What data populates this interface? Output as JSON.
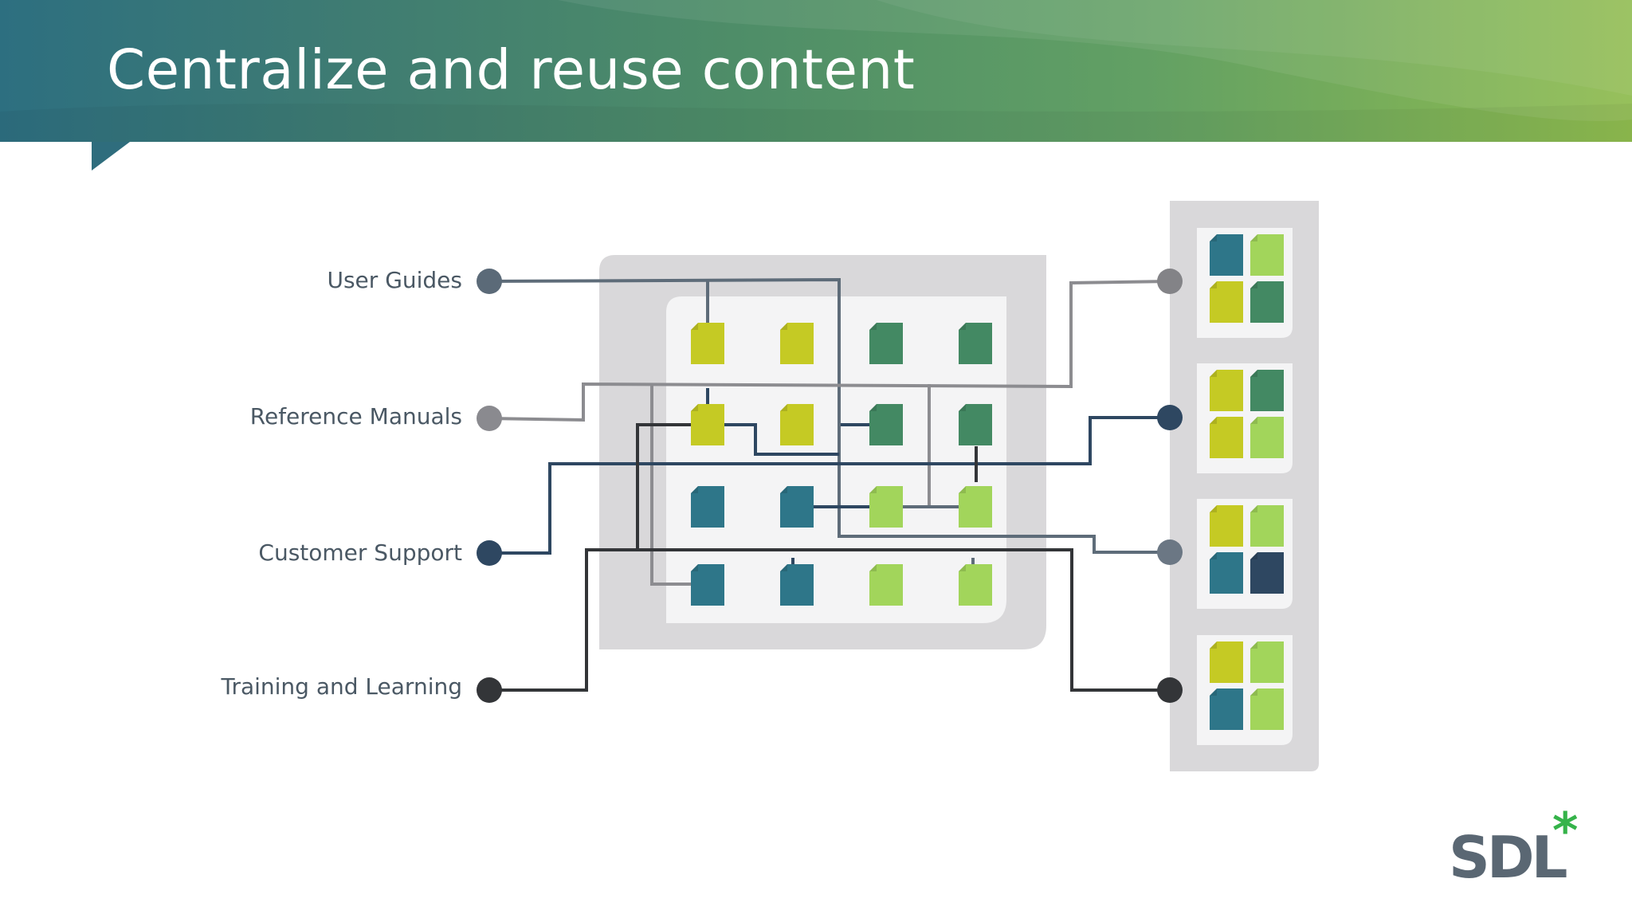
{
  "slide": {
    "title": "Centralize and reuse content"
  },
  "colors": {
    "yellow": "#c5ca24",
    "light_green": "#a2d55b",
    "green": "#438963",
    "teal": "#2e7689",
    "navy": "#2e4761",
    "panel": "#d9d8da",
    "inner_panel": "#f4f4f5"
  },
  "sources": [
    {
      "id": "user-guides",
      "label": "User Guides",
      "dot_color": "#5b6a78"
    },
    {
      "id": "reference-manuals",
      "label": "Reference Manuals",
      "dot_color": "#8a8a8f"
    },
    {
      "id": "customer-support",
      "label": "Customer Support",
      "dot_color": "#2e4761"
    },
    {
      "id": "training-and-learning",
      "label": "Training and Learning",
      "dot_color": "#333538"
    }
  ],
  "repository": {
    "grid": [
      [
        "yellow",
        "yellow",
        "green",
        "green"
      ],
      [
        "yellow",
        "yellow",
        "green",
        "green"
      ],
      [
        "teal",
        "teal",
        "light_green",
        "light_green"
      ],
      [
        "teal",
        "teal",
        "light_green",
        "light_green"
      ]
    ]
  },
  "outputs": [
    {
      "grid": [
        "teal",
        "light_green",
        "yellow",
        "green"
      ],
      "dot_color": "#838387"
    },
    {
      "grid": [
        "yellow",
        "green",
        "yellow",
        "light_green"
      ],
      "dot_color": "#2e4761"
    },
    {
      "grid": [
        "yellow",
        "light_green",
        "teal",
        "navy"
      ],
      "dot_color": "#6b7784"
    },
    {
      "grid": [
        "yellow",
        "light_green",
        "teal",
        "light_green"
      ],
      "dot_color": "#333538"
    }
  ],
  "logo": {
    "text": "SDL",
    "mark": "*"
  }
}
